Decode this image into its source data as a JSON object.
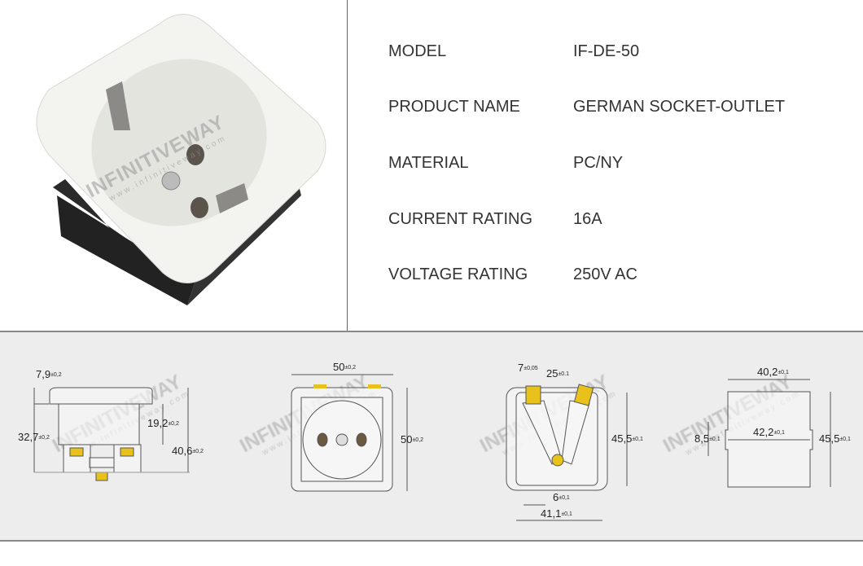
{
  "specs": [
    {
      "label": "MODEL",
      "value": "IF-DE-50"
    },
    {
      "label": "PRODUCT NAME",
      "value": "GERMAN SOCKET-OUTLET"
    },
    {
      "label": "MATERIAL",
      "value": "PC/NY"
    },
    {
      "label": "CURRENT RATING",
      "value": "16A"
    },
    {
      "label": "VOLTAGE RATING",
      "value": "250V AC"
    }
  ],
  "watermark": {
    "brand": "INFINITIVEWAY",
    "url": "www.infinitiveway.com"
  },
  "drawings": {
    "side": {
      "d1": {
        "v": "7,9",
        "t": "±0,2"
      },
      "d2": {
        "v": "32,7",
        "t": "±0,2"
      },
      "d3": {
        "v": "19,2",
        "t": "±0,2"
      },
      "d4": {
        "v": "40,6",
        "t": "±0,2"
      }
    },
    "front": {
      "w": {
        "v": "50",
        "t": "±0,2"
      },
      "h": {
        "v": "50",
        "t": "±0,2"
      }
    },
    "back": {
      "d1": {
        "v": "7",
        "t": "±0,05"
      },
      "d2": {
        "v": "25",
        "t": "±0.1"
      },
      "d3": {
        "v": "45,5",
        "t": "±0,1"
      },
      "d4": {
        "v": "6",
        "t": "±0,1"
      },
      "d5": {
        "v": "41,1",
        "t": "±0,1"
      }
    },
    "cutout": {
      "d1": {
        "v": "40,2",
        "t": "±0,1"
      },
      "d2": {
        "v": "8,5",
        "t": "±0,1"
      },
      "d3": {
        "v": "42,2",
        "t": "±0,1"
      },
      "d4": {
        "v": "45,5",
        "t": "±0,1"
      }
    }
  },
  "colors": {
    "panel": "#ededed",
    "terminal": "#e8c21a",
    "text": "#333333"
  }
}
